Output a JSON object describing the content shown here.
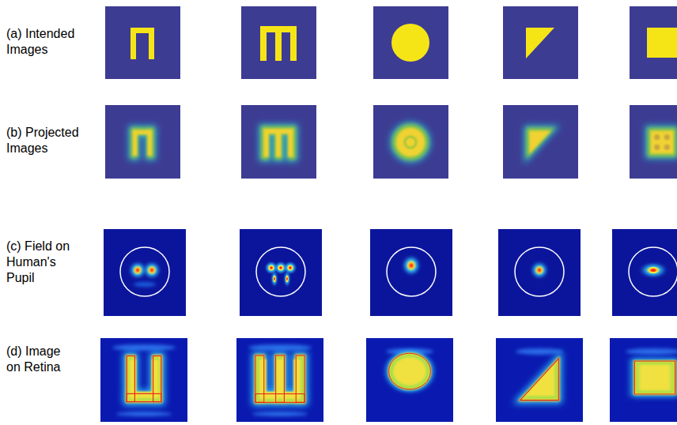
{
  "diagram": {
    "labels": [
      "(a) Intended Images",
      "(b) Projected Images",
      "(c) Field on Human's Pupil",
      "(d) Image on Retina"
    ]
  }
}
